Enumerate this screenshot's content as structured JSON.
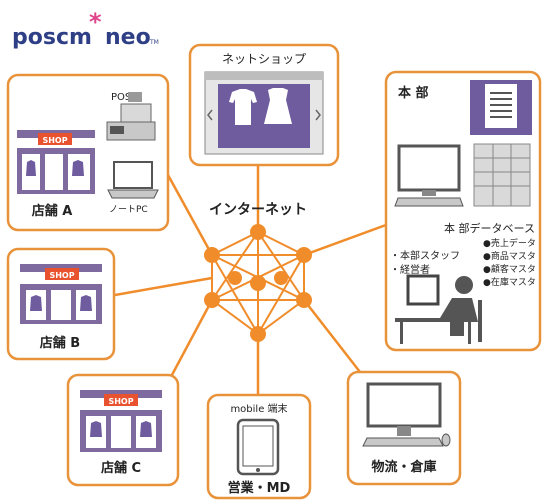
{
  "logo": {
    "main": "poscm",
    "star": "*",
    "suffix": "neo",
    "tm": "TM"
  },
  "colors": {
    "orange": "#F08C2A",
    "box_border": "#E8923A",
    "purple": "#6E5C9E",
    "shop_roof": "#7E6A9E",
    "shop_sign": "#E8522E",
    "pc_gray": "#D9D9D9",
    "dark_gray": "#555555"
  },
  "center": {
    "label": "インターネット"
  },
  "nodes": {
    "store_a": {
      "label": "店舗 A",
      "pos_label": "POS",
      "pc_label": "ノートPC",
      "sign": "SHOP"
    },
    "net_shop": {
      "label": "ネットショップ"
    },
    "hq": {
      "label": "本 部",
      "db_title": "本 部データベース",
      "db_items": [
        "●売上データ",
        "●商品マスタ",
        "●顧客マスタ",
        "●在庫マスタ"
      ],
      "staff": [
        "・本部スタッフ",
        "・経営者"
      ]
    },
    "store_b": {
      "label": "店舗 B",
      "sign": "SHOP"
    },
    "store_c": {
      "label": "店舗 C",
      "sign": "SHOP"
    },
    "mobile": {
      "top_label": "mobile 端末",
      "label": "営業・MD"
    },
    "logistics": {
      "label": "物流・倉庫"
    }
  }
}
